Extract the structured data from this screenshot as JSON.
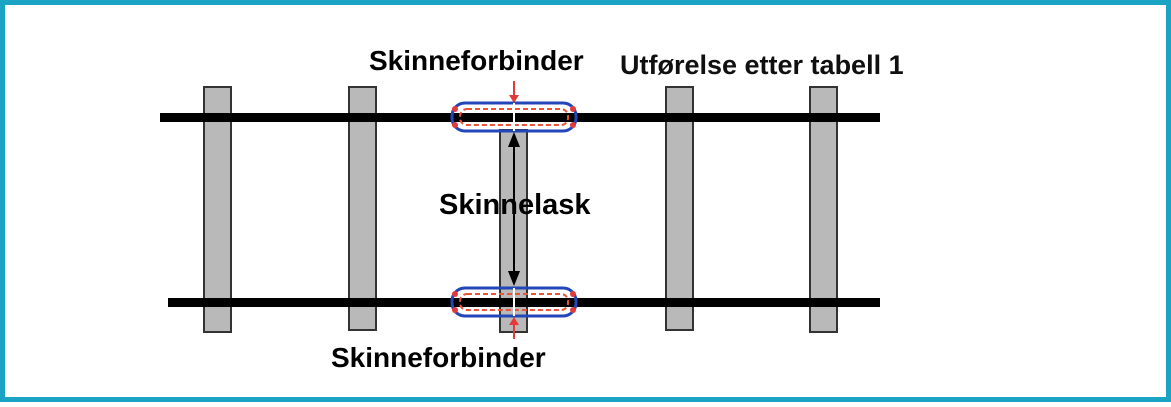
{
  "labels": {
    "rail_connector_top": "Skinneforbinder",
    "execution_note": "Utførelse etter tabell 1",
    "fishplate": "Skinnelask",
    "rail_connector_bottom": "Skinneforbinder"
  },
  "colors": {
    "frame_border": "#1aa3c3",
    "rail": "#000000",
    "sleeper_fill": "#b9b9b9",
    "sleeper_stroke": "#333333",
    "connector_outline": "#2346b8",
    "connector_inner": "#e8553a",
    "pointer_arrow": "#e23a3a"
  }
}
